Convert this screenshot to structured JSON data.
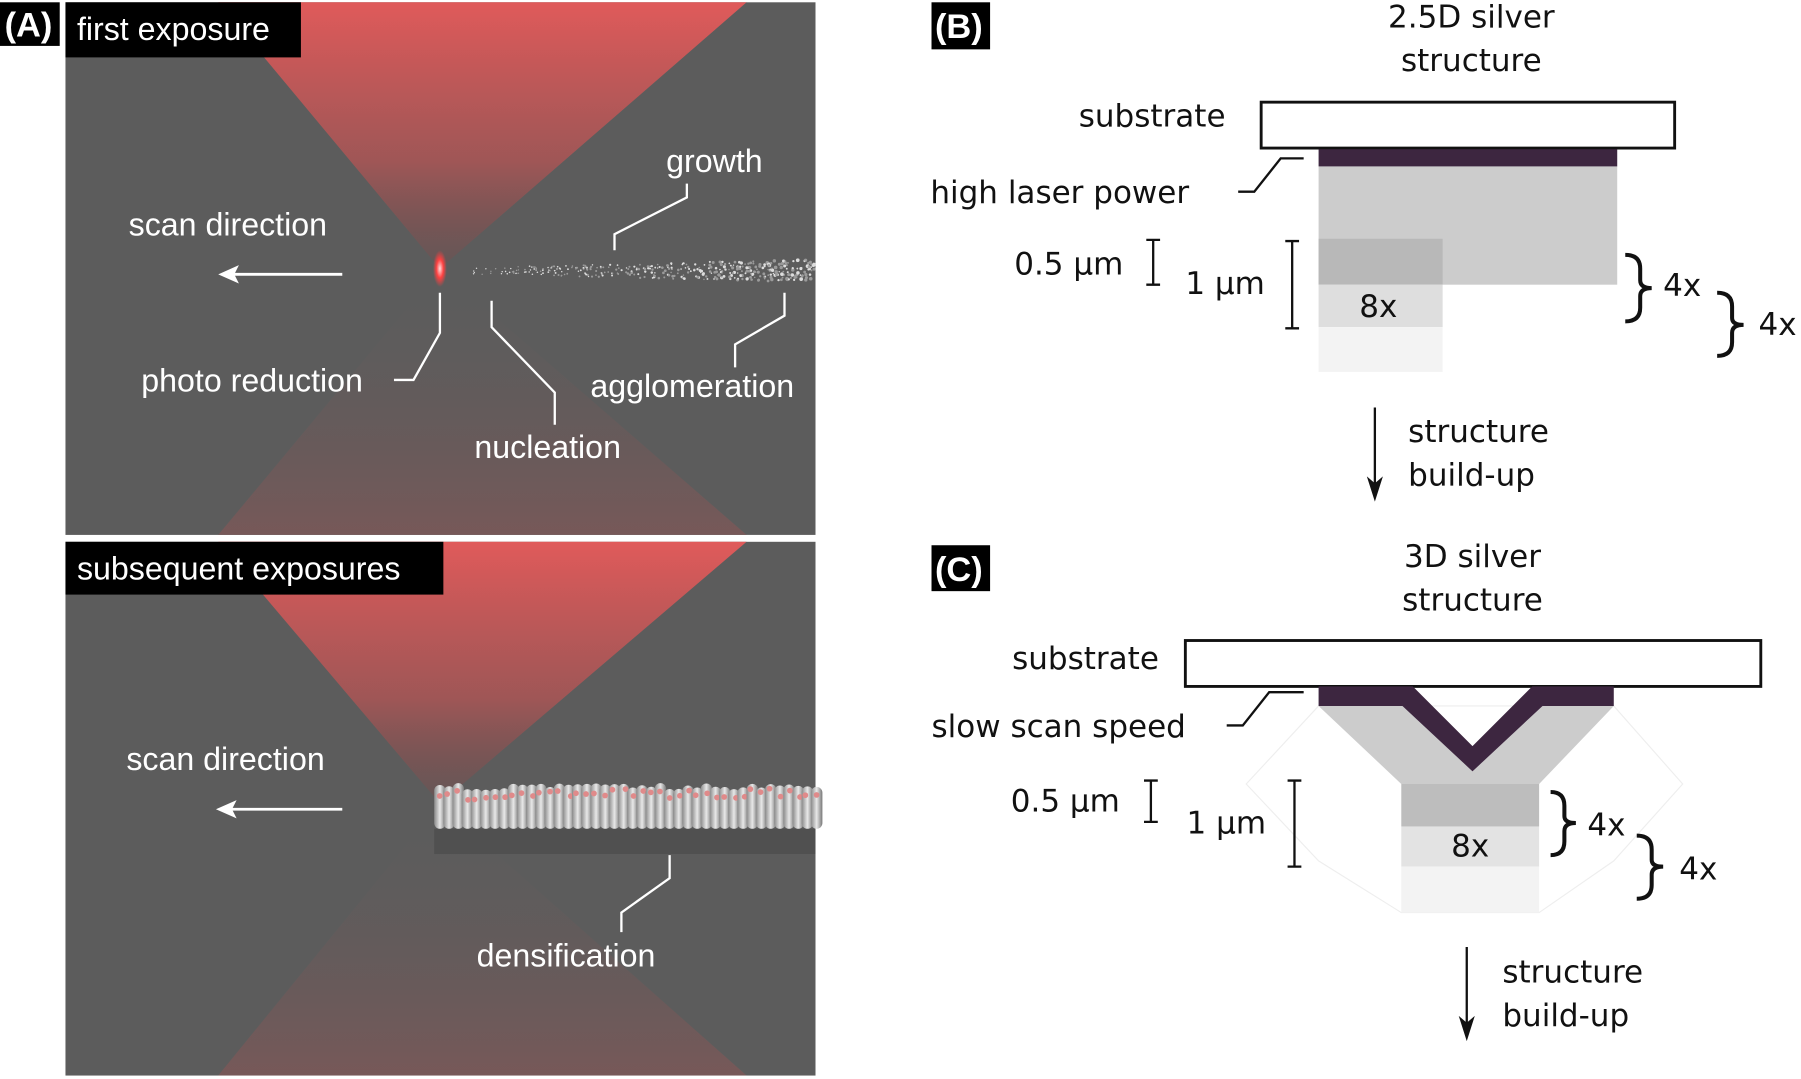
{
  "panel_a": {
    "tag": "(A)",
    "top": {
      "title": "first exposure",
      "scan_direction": "scan direction",
      "growth": "growth",
      "photo_reduction": "photo reduction",
      "nucleation": "nucleation",
      "agglomeration": "agglomeration"
    },
    "bottom": {
      "title": "subsequent exposures",
      "scan_direction": "scan direction",
      "densification": "densification"
    }
  },
  "panel_b": {
    "tag": "(B)",
    "title_line1": "2.5D silver",
    "title_line2": "structure",
    "substrate": "substrate",
    "condition": "high laser power",
    "scale_small": "0.5 µm",
    "scale_large": "1 µm",
    "repeat_inner": "8x",
    "repeat_brace1": "4x",
    "repeat_brace2": "4x",
    "arrow_line1": "structure",
    "arrow_line2": "build-up"
  },
  "panel_c": {
    "tag": "(C)",
    "title_line1": "3D silver",
    "title_line2": "structure",
    "substrate": "substrate",
    "condition": "slow scan speed",
    "scale_small": "0.5 µm",
    "scale_large": "1 µm",
    "repeat_inner": "8x",
    "repeat_brace1": "4x",
    "repeat_brace2": "4x",
    "arrow_line1": "structure",
    "arrow_line2": "build-up"
  },
  "colors": {
    "panel_bg": "#5c5c5c",
    "laser": "#e05a5a",
    "silver_dark": "#3d2640",
    "layer_mid": "#cccccc"
  }
}
